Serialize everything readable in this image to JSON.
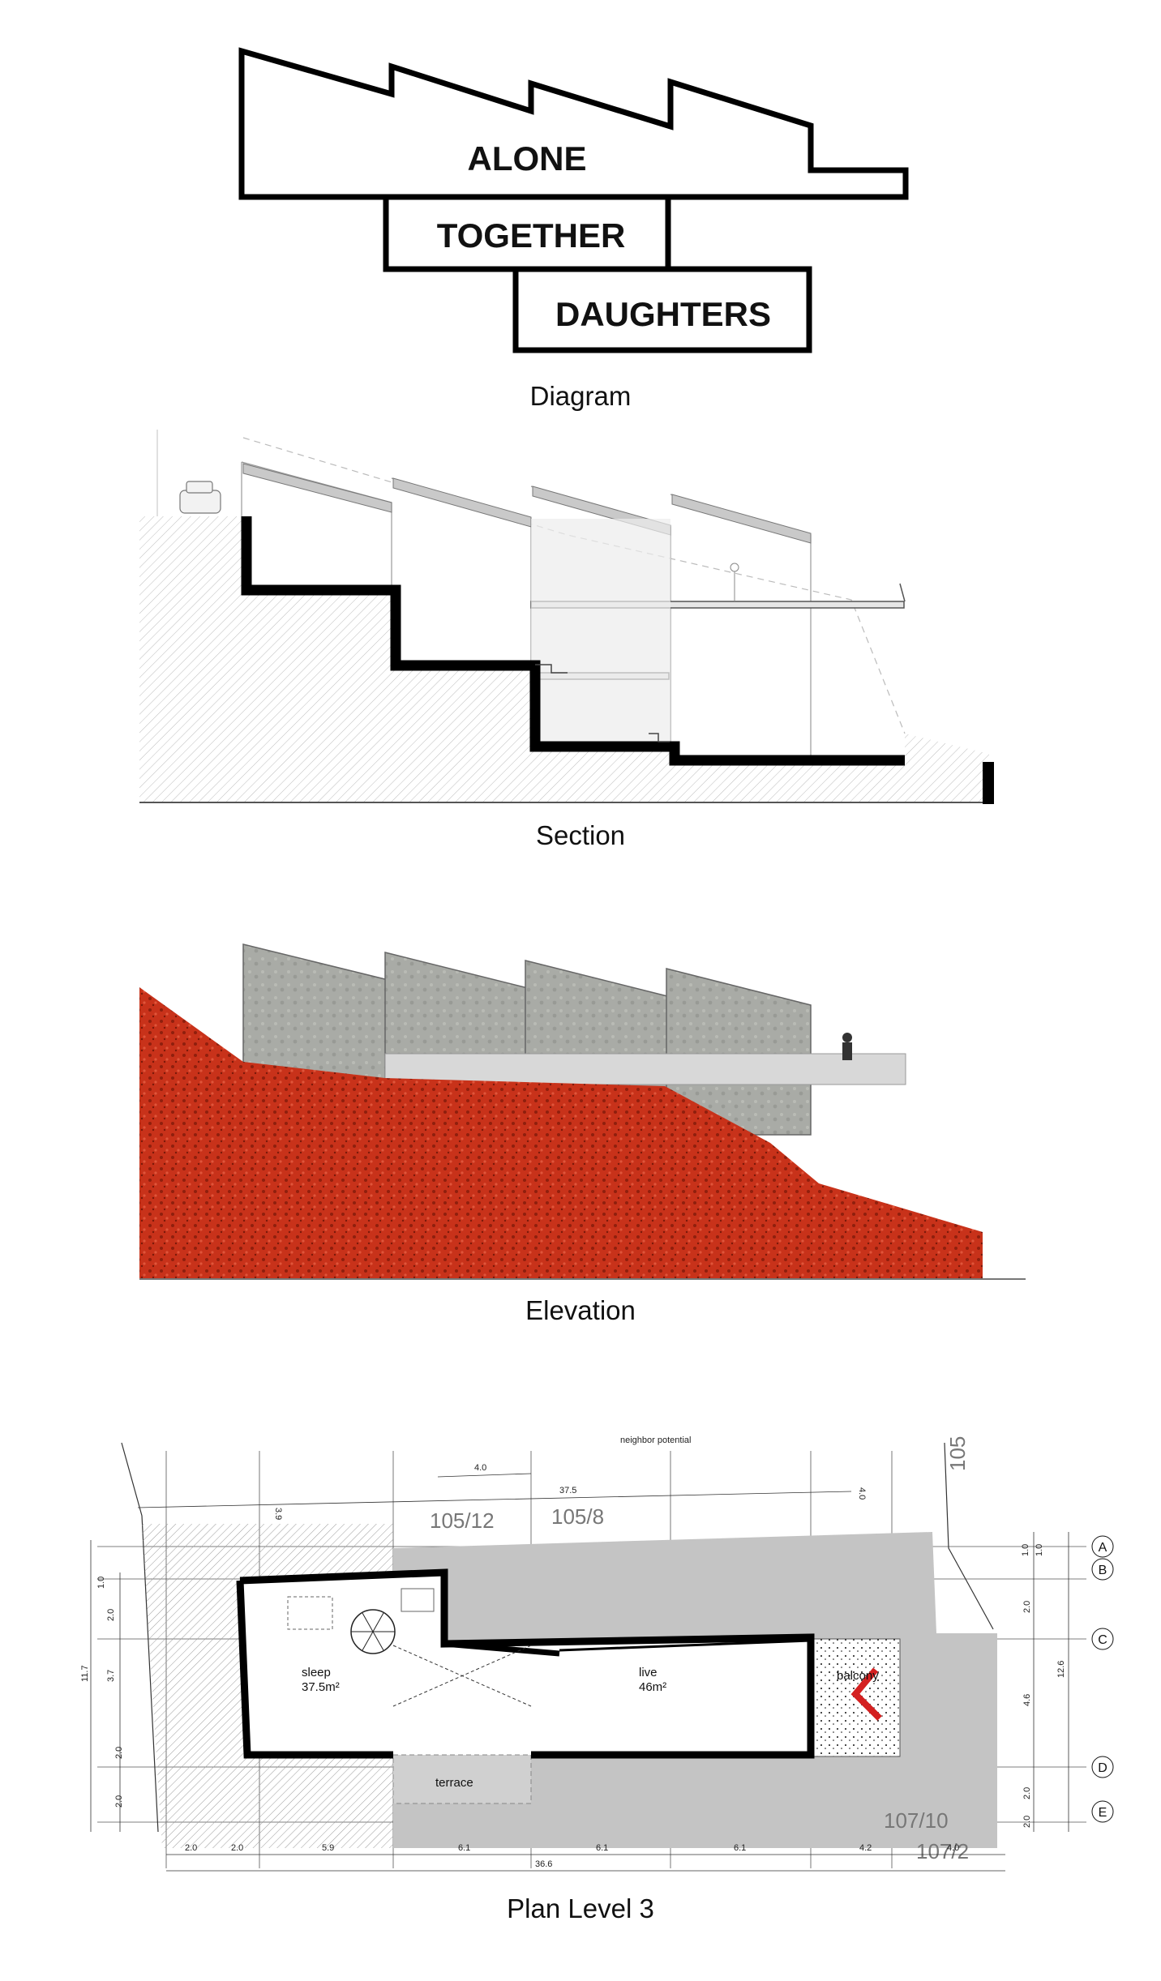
{
  "diagram": {
    "caption": "Diagram",
    "words": [
      "ALONE",
      "TOGETHER",
      "DAUGHTERS"
    ]
  },
  "section": {
    "caption": "Section"
  },
  "elevation": {
    "caption": "Elevation",
    "colors": {
      "earth": "#c8321a",
      "concrete": "#a9aba6"
    }
  },
  "plan": {
    "caption": "Plan Level 3",
    "neighbor_label": "neighbor potential",
    "parcels": [
      "105/12",
      "105/8",
      "107/10",
      "107/2",
      "105"
    ],
    "rooms": [
      {
        "name": "sleep",
        "area": "37.5m²"
      },
      {
        "name": "live",
        "area": "46m²"
      },
      {
        "name": "balcony",
        "area": ""
      },
      {
        "name": "terrace",
        "area": ""
      }
    ],
    "grid_axes": [
      "A",
      "B",
      "C",
      "D",
      "E"
    ],
    "dims_top": [
      "4.0",
      "37.5",
      "3.9",
      "4.0"
    ],
    "dims_bottom": [
      "2.0",
      "2.0",
      "5.9",
      "6.1",
      "6.1",
      "6.1",
      "4.2",
      "4.0"
    ],
    "dim_total": "36.6",
    "dims_left": [
      "1.0",
      "2.0",
      "3.7",
      "2.0",
      "2.0",
      "11.7"
    ],
    "dims_right": [
      "1.0",
      "1.0",
      "2.0",
      "4.6",
      "2.0",
      "2.0",
      "12.6"
    ],
    "colors": {
      "hatch": "#9a9a9a",
      "grey_fill": "#c4c4c4",
      "wall": "#000000",
      "accent": "#d42020"
    }
  }
}
